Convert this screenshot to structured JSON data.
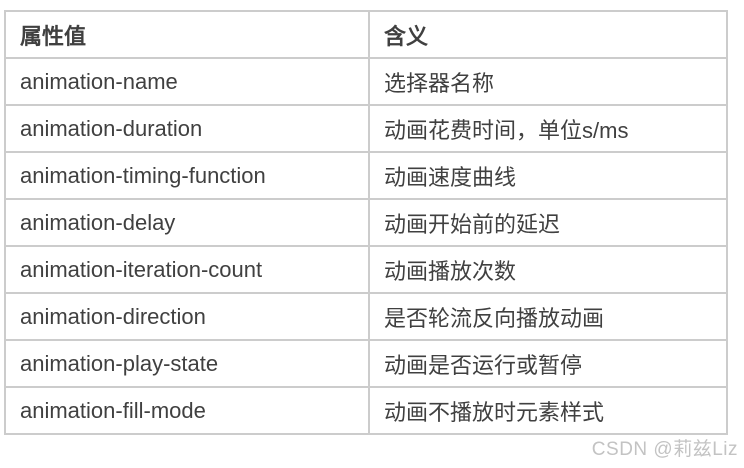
{
  "table": {
    "headers": {
      "property": "属性值",
      "meaning": "含义"
    },
    "rows": [
      {
        "property": "animation-name",
        "meaning": "选择器名称"
      },
      {
        "property": "animation-duration",
        "meaning": "动画花费时间，单位s/ms"
      },
      {
        "property": "animation-timing-function",
        "meaning": "动画速度曲线"
      },
      {
        "property": "animation-delay",
        "meaning": "动画开始前的延迟"
      },
      {
        "property": "animation-iteration-count",
        "meaning": "动画播放次数"
      },
      {
        "property": "animation-direction",
        "meaning": "是否轮流反向播放动画"
      },
      {
        "property": "animation-play-state",
        "meaning": "动画是否运行或暂停"
      },
      {
        "property": "animation-fill-mode",
        "meaning": "动画不播放时元素样式"
      }
    ]
  },
  "watermark": {
    "text": "CSDN @莉兹Liz"
  },
  "colors": {
    "background": "#ffffff",
    "border": "#cccccc",
    "text": "#404040",
    "watermark": "#c3c3c3"
  }
}
